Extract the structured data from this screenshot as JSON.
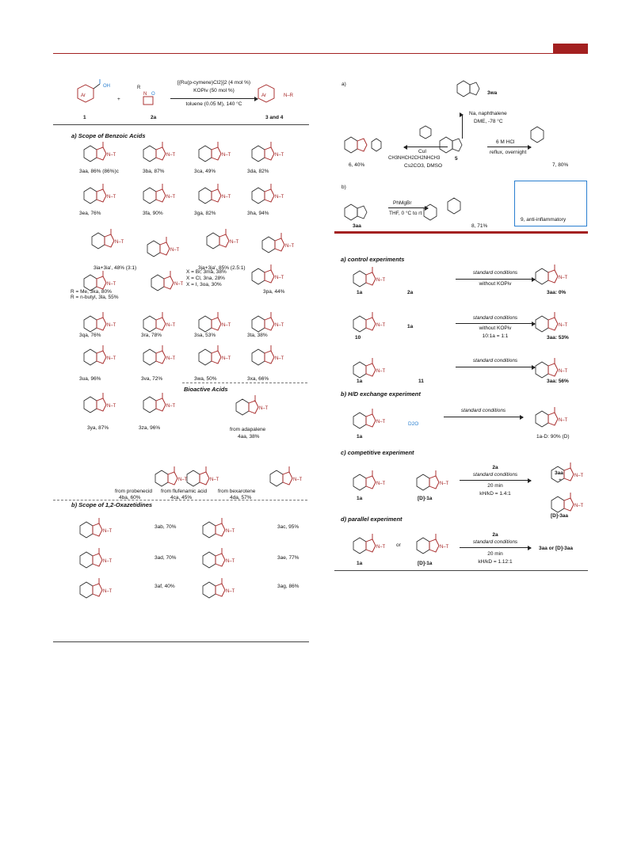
{
  "header": {
    "accent": "#a32020"
  },
  "scheme_top": {
    "reagent1": "1",
    "reagent2": "2a",
    "products": "3 and 4",
    "plus": "+",
    "cond1": "[{Ru(p-cymene)Cl2}]2 (4 mol %)",
    "cond2": "KOPiv (50 mol %)",
    "cond3": "toluene (0.05 M), 140 °C"
  },
  "left": {
    "title_a": "a) Scope of Benzoic Acids",
    "title_bio": "Bioactive Acids",
    "title_b": "b) Scope of 1,2-Oxazetidines",
    "a_items": [
      "3aa, 86% (86%)c",
      "3ba, 87%",
      "3ca, 49%",
      "3da, 82%",
      "3ea, 76%",
      "3fa, 90%",
      "3ga, 82%",
      "3ha, 94%",
      "3ia+3ia', 48% (3:1)",
      "3ja+3ja', 85% (2.5:1)",
      "R = Me, 3ka, 80%",
      "R = n-butyl, 3la, 55%",
      "X = Br, 3ma, 38%",
      "X = Cl, 3na, 28%",
      "X = I, 3oa, 30%",
      "3pa, 44%",
      "3qa, 76%",
      "3ra, 78%",
      "3sa, 53%",
      "3ta, 38%",
      "3ua, 96%",
      "3va, 72%",
      "3wa, 50%",
      "3xa, 66%",
      "3ya, 87%",
      "3za, 96%"
    ],
    "bio_items": [
      "from adapalene",
      "4aa, 38%",
      "from probenecid",
      "4ba, 60%",
      "from flufenamic acid",
      "4ca, 45%",
      "from bexarotene",
      "4da, 57%"
    ],
    "b_items": [
      "3ab, 70%",
      "3ac, 95%",
      "3ad, 70%",
      "3ae, 77%",
      "3af, 40%",
      "3ag, 86%"
    ]
  },
  "right": {
    "a_label": "a)",
    "b_label": "b)",
    "sm": "3wa",
    "cond_na": "Na, naphthalene",
    "cond_na2": "DME, -78 °C",
    "prod5": "5",
    "cond_hcl": "6 M HCl",
    "cond_hcl2": "reflux, overnight",
    "prod7": "7, 80%",
    "cond_cui": "CuI",
    "cond_cui2": "CH3NHCH2CH2NHCH3",
    "cond_cui3": "Cs2CO3, DMSO",
    "prod6": "6, 40%",
    "b_sm": "3aa",
    "b_cond": "PhMgBr",
    "b_cond2": "THF, 0 °C to rt",
    "b_prod": "8, 71%",
    "box": "9, anti-inflammatory",
    "ctrl_title": "a) control experiments",
    "std": "standard conditions",
    "without": "without KOPiv",
    "ratio": "10:1a = 1:1",
    "c1": [
      "1a",
      "2a",
      "3aa: 0%"
    ],
    "c2": [
      "10",
      "1a",
      "3aa: 53%"
    ],
    "c3": [
      "1a",
      "11",
      "3aa: 56%"
    ],
    "hd_title": "b) H/D exchange experiment",
    "hd_reag": "D2O",
    "hd_sm": "1a",
    "hd_prod": "1a-D: 90% (D)",
    "comp_title": "c) competitive experiment",
    "comp": [
      "1a",
      "[D]-1a",
      "2a",
      "20 min",
      "kH/kD = 1.4:1",
      "3aa",
      "+",
      "[D]-3aa"
    ],
    "par_title": "d) parallel experiment",
    "par": [
      "1a",
      "or",
      "[D]-1a",
      "2a",
      "20 min",
      "kH/kD = 1.12:1",
      "3aa or [D]-3aa"
    ]
  }
}
